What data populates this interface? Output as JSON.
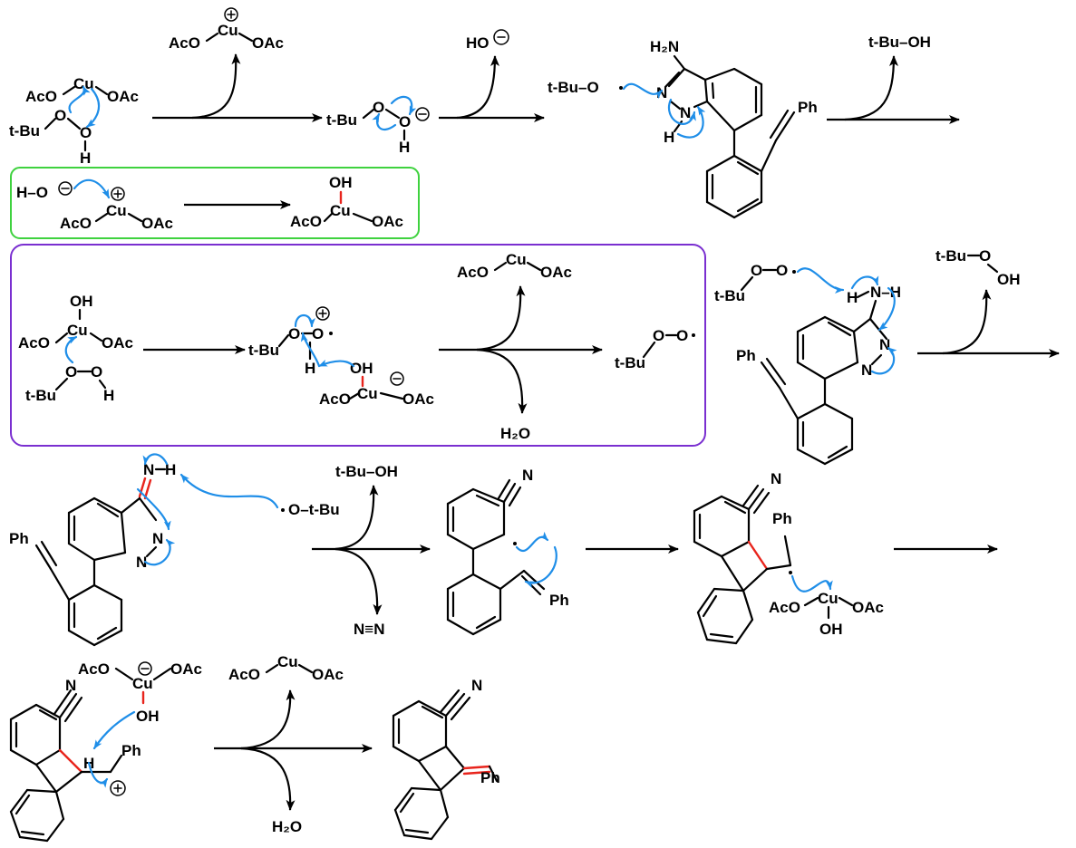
{
  "colors": {
    "arrow_push": "#1f8ee8",
    "new_bond": "#e8241c",
    "box_hydroxide": "#3fd23f",
    "box_radical": "#7a2fd0"
  },
  "labels": {
    "aco": "AcO",
    "oac": "OAc",
    "cu": "Cu",
    "tbu": "t-Bu",
    "tbuoh": "t-Bu–OH",
    "o": "O",
    "oh": "OH",
    "h": "H",
    "n": "N",
    "ph": "Ph",
    "h2n": "H₂N",
    "ho_minus": "HO",
    "h_o": "H–O",
    "h2o": "H₂O",
    "n2": "N≡N",
    "tbu_o": "t-Bu–O",
    "o_tbu": "O–t-Bu",
    "n_h": "N–H"
  }
}
